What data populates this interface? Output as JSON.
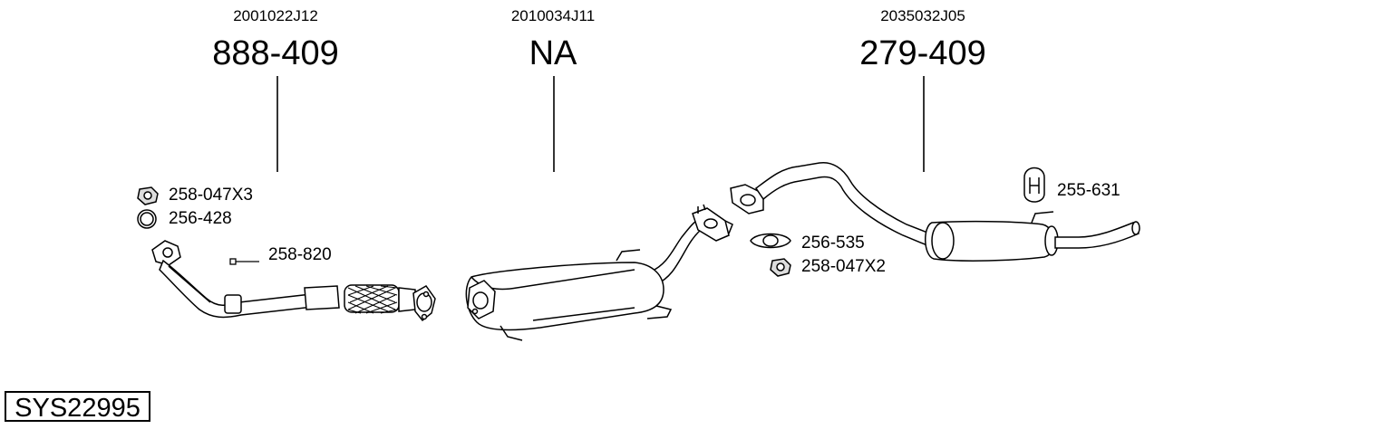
{
  "sections": [
    {
      "oem": "2001022J12",
      "part": "888-409"
    },
    {
      "oem": "2010034J11",
      "part": "NA"
    },
    {
      "oem": "2035032J05",
      "part": "279-409"
    }
  ],
  "labels": {
    "nut_left": "258-047X3",
    "ring_left": "256-428",
    "bolt": "258-820",
    "gasket_right": "256-535",
    "nut_right": "258-047X2",
    "hanger": "255-631"
  },
  "system_id": "SYS22995"
}
